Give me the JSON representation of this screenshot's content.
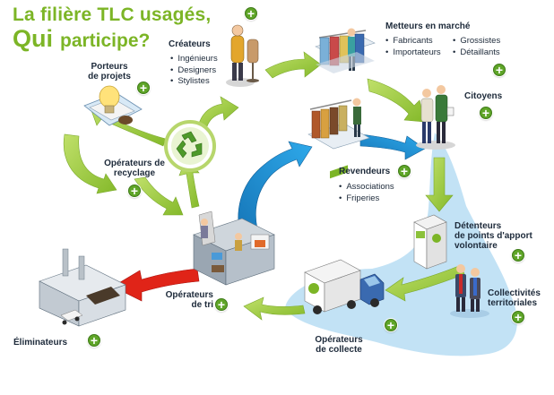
{
  "title": {
    "line1": "La filière TLC usagés,",
    "line2_big": "Qui",
    "line2_rest": "participe?"
  },
  "nodes": {
    "createurs": {
      "label": "Créateurs",
      "items": [
        "Ingénieurs",
        "Designers",
        "Stylistes"
      ]
    },
    "metteurs": {
      "label": "Metteurs en marché",
      "items_col1": [
        "Fabricants",
        "Importateurs"
      ],
      "items_col2": [
        "Grossistes",
        "Détaillants"
      ]
    },
    "citoyens": {
      "label": "Citoyens"
    },
    "porteurs": {
      "label_l1": "Porteurs",
      "label_l2": "de projets"
    },
    "recyclage": {
      "label_l1": "Opérateurs de",
      "label_l2": "recyclage"
    },
    "revendeurs": {
      "label": "Revendeurs",
      "items": [
        "Associations",
        "Friperies"
      ]
    },
    "detenteurs": {
      "label_l1": "Détenteurs",
      "label_l2": "de points d'apport",
      "label_l3": "volontaire"
    },
    "collectivites": {
      "label_l1": "Collectivités",
      "label_l2": "territoriales"
    },
    "tri": {
      "label_l1": "Opérateurs",
      "label_l2": "de tri"
    },
    "collecte": {
      "label_l1": "Opérateurs",
      "label_l2": "de collecte"
    },
    "eliminateurs": {
      "label": "Éliminateurs"
    }
  },
  "plus_symbol": "+",
  "colors": {
    "title": "#7cb526",
    "arrow_green": "#9ccc3c",
    "arrow_blue": "#1e96d8",
    "arrow_red": "#e02418",
    "basin": "#bfe0f4",
    "plus_button": "#5fa528"
  },
  "icons": [
    "recycle-icon",
    "plus-icon"
  ]
}
